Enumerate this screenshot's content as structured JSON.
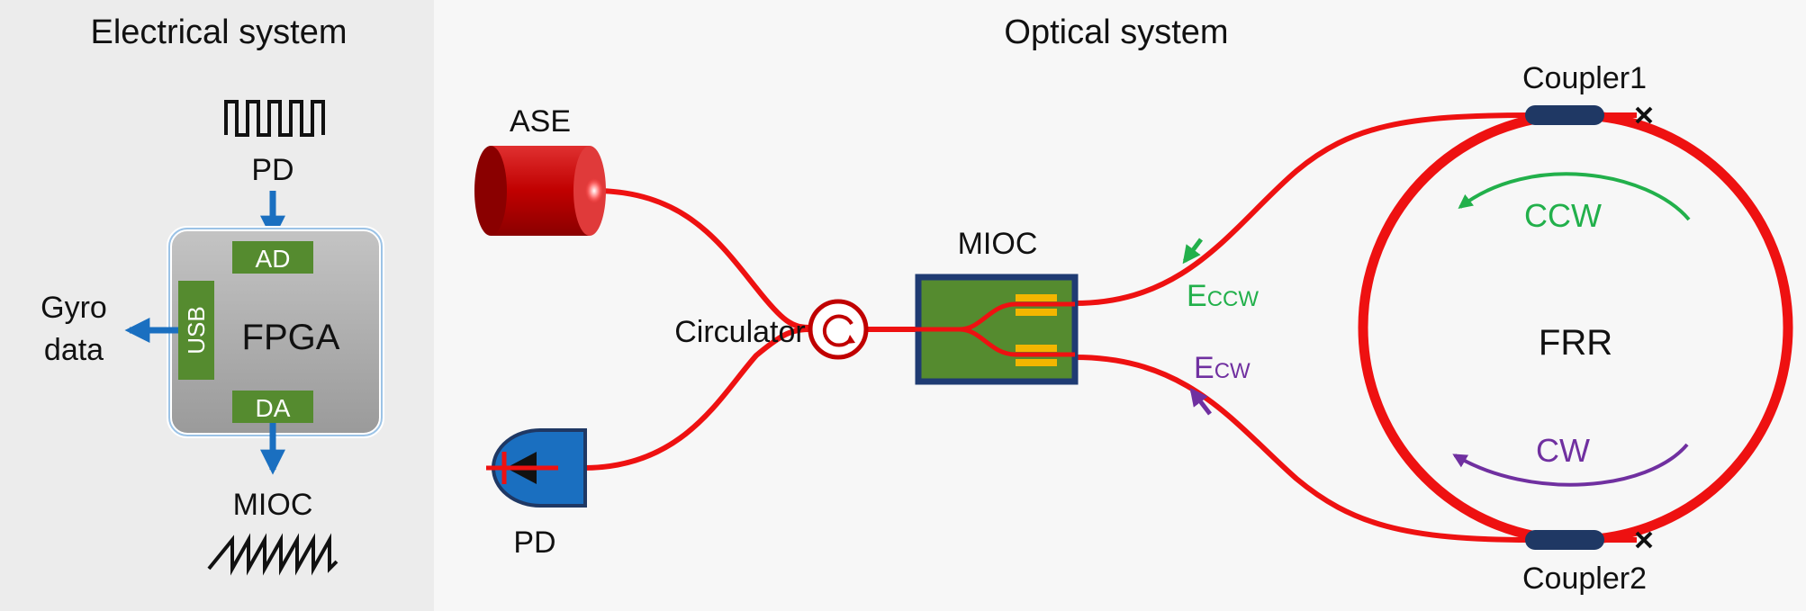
{
  "sections": {
    "electrical": "Electrical system",
    "optical": "Optical system"
  },
  "electrical": {
    "pd_label": "PD",
    "fpga_label": "FPGA",
    "ad_label": "AD",
    "da_label": "DA",
    "usb_label": "USB",
    "gyro_line1": "Gyro",
    "gyro_line2": "data",
    "mioc_label": "MIOC"
  },
  "optical": {
    "ase_label": "ASE",
    "circulator_label": "Circulator",
    "pd_label": "PD",
    "mioc_label": "MIOC",
    "coupler1_label": "Coupler1",
    "coupler2_label": "Coupler2",
    "frr_label": "FRR",
    "ccw_label": "CCW",
    "cw_label": "CW",
    "eccw_main": "E",
    "eccw_sub": "CCW",
    "ecw_main": "E",
    "ecw_sub": "CW"
  },
  "colors": {
    "fiber": "#ee1111",
    "signal_arrow": "#1a6fc0",
    "ccw": "#22b04b",
    "cw": "#7030a0",
    "chip_green": "#558b2f",
    "chip_border": "#1f3b73",
    "fpga_gray": "#a6a6a6",
    "ase_red": "#c00000",
    "coupler_navy": "#1f3864",
    "electrode_gold": "#f2b600"
  },
  "icons": [
    "square-wave-icon",
    "sawtooth-wave-icon",
    "circulator-icon",
    "photodiode-icon",
    "ase-source-icon"
  ]
}
